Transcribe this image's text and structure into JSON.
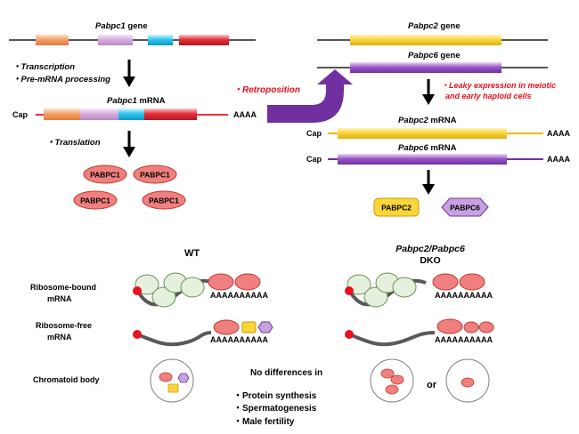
{
  "colors": {
    "orange": "#f7a26c",
    "lavender": "#d7aede",
    "cyan": "#2ec7ef",
    "red": "#e8303a",
    "yellow": "#fbd63a",
    "purple": "#9b59c9",
    "pabpc1_fill": "#f08080",
    "ribosome_fill": "#e6f1dd",
    "accent_text": "#e8111d"
  },
  "top_left": {
    "gene_label": {
      "gene": "Pabpc1",
      "suffix": " gene"
    },
    "steps": [
      "・Transcription",
      "・Pre-mRNA processing"
    ],
    "mrna_label": {
      "gene": "Pabpc1",
      "suffix": " mRNA"
    },
    "cap": "Cap",
    "polyA": "AAAA",
    "translation": "・Translation",
    "proteins": [
      "PABPC1",
      "PABPC1",
      "PABPC1",
      "PABPC1"
    ]
  },
  "retroposition": "・Retroposition",
  "top_right": {
    "gene2_label": {
      "gene": "Pabpc2",
      "suffix": " gene"
    },
    "gene6_label": {
      "gene": "Pabpc6",
      "suffix": " gene"
    },
    "leaky_line1": "・Leaky expression in meiotic",
    "leaky_line2": "and early haploid cells",
    "mrna2_label": {
      "gene": "Pabpc2",
      "suffix": " mRNA"
    },
    "mrna6_label": {
      "gene": "Pabpc6",
      "suffix": " mRNA"
    },
    "cap": "Cap",
    "polyA": "AAAA",
    "protein2": "PABPC2",
    "protein6": "PABPC6"
  },
  "bottom": {
    "wt": "WT",
    "dko_line1": "Pabpc2/Pabpc6",
    "dko_line2": "DKO",
    "row1_line1": "Ribosome-bound",
    "row1_line2": "mRNA",
    "row2_line1": "Ribosome-free",
    "row2_line2": "mRNA",
    "row3": "Chromatoid body",
    "polyA_long": "AAAAAAAAAA",
    "no_diff": "No differences in",
    "bullets": [
      "・Protein synthesis",
      "・Spermatogenesis",
      "・Male fertility"
    ],
    "or": "or"
  }
}
